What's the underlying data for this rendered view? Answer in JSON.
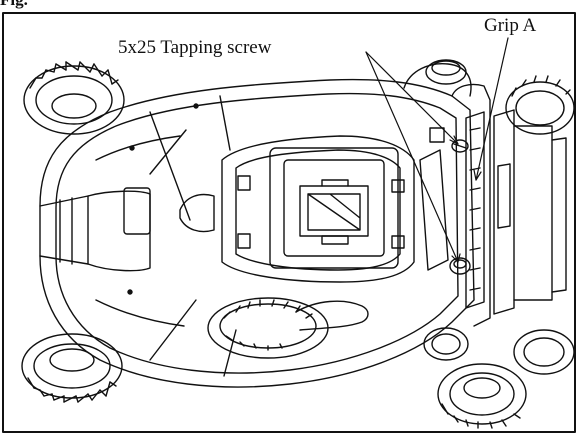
{
  "figure": {
    "header_label": "Fig.",
    "labels": {
      "screw": "5x25 Tapping screw",
      "grip": "Grip A"
    },
    "colors": {
      "line": "#111111",
      "background": "#ffffff"
    },
    "icons": [
      "lawnmower-icon",
      "wheel-icon",
      "screw-icon",
      "arrow-icon"
    ]
  }
}
